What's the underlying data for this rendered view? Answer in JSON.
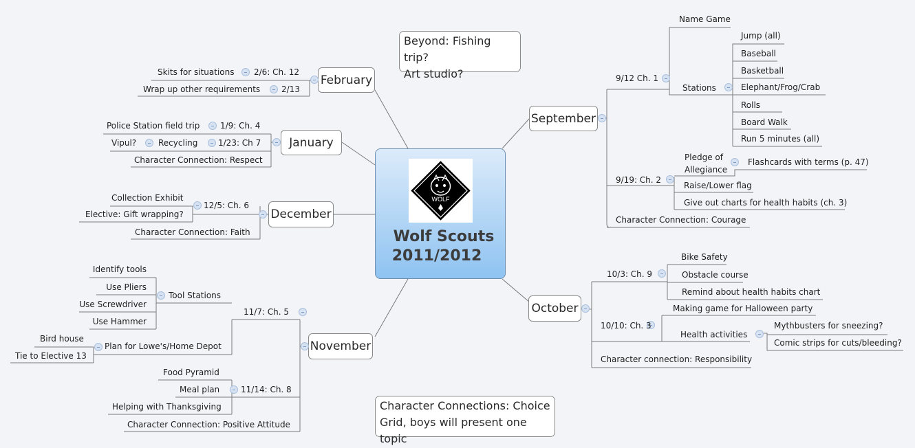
{
  "central": {
    "title_line1": "Wolf Scouts",
    "title_line2": "2011/2012",
    "logo_label": "WOLF",
    "logo_icon": "wolf-badge"
  },
  "notes": {
    "beyond": {
      "line1": "Beyond: Fishing trip?",
      "line2": "Art studio?"
    },
    "character": {
      "line1": "Character Connections:  Choice",
      "line2": "Grid, boys will present one topic"
    }
  },
  "months": {
    "september": {
      "label": "September",
      "s1": {
        "label": "9/12 Ch. 1",
        "name_game": "Name Game",
        "stations": {
          "label": "Stations",
          "items": [
            "Jump (all)",
            "Baseball",
            "Basketball",
            "Elephant/Frog/Crab",
            "Rolls",
            "Board Walk",
            "Run 5 minutes (all)"
          ]
        }
      },
      "s2": {
        "label": "9/19:  Ch. 2",
        "pledge": {
          "label1": "Pledge of",
          "label2": "Allegiance",
          "child": "Flashcards with terms (p. 47)"
        },
        "flag": "Raise/Lower flag",
        "charts": "Give out charts for health habits (ch. 3)"
      },
      "character": "Character Connection:  Courage"
    },
    "october": {
      "label": "October",
      "o1": {
        "label": "10/3:  Ch. 9",
        "items": [
          "Bike Safety",
          "Obstacle course",
          "Remind about health habits chart"
        ]
      },
      "o2": {
        "label": "10/10:  Ch. 3",
        "halloween": "Making game for Halloween party",
        "health": {
          "label": "Health activities",
          "items": [
            "Mythbusters for sneezing?",
            "Comic strips for cuts/bleeding?"
          ]
        }
      },
      "character": "Character connection: Responsibility"
    },
    "november": {
      "label": "November",
      "n1": {
        "label": "11/7:  Ch. 5",
        "tools": {
          "label": "Tool Stations",
          "items": [
            "Identify tools",
            "Use Pliers",
            "Use Screwdriver",
            "Use Hammer"
          ]
        },
        "plan": {
          "label": "Plan for Lowe's/Home Depot",
          "items": [
            "Bird house",
            "Tie to Elective 13"
          ]
        }
      },
      "n2": {
        "label": "11/14: Ch. 8",
        "items": [
          "Food Pyramid",
          "Meal plan",
          "Helping with Thanksgiving"
        ]
      },
      "character": "Character Connection:  Positive Attitude"
    },
    "december": {
      "label": "December",
      "d1": {
        "label": "12/5:  Ch. 6",
        "items": [
          "Collection Exhibit",
          "Elective:  Gift wrapping?"
        ]
      },
      "character": "Character Connection:  Faith"
    },
    "january": {
      "label": "January",
      "j1": {
        "label": "1/9:  Ch. 4",
        "child": "Police Station field trip"
      },
      "j2": {
        "label": "1/23:  Ch 7",
        "child": "Recycling",
        "grandchild": "Vipul?"
      },
      "character": "Character Connection:  Respect"
    },
    "february": {
      "label": "February",
      "f1": {
        "label": "2/6:  Ch. 12",
        "child": "Skits for situations"
      },
      "f2": {
        "label": "2/13",
        "child": "Wrap up other requirements"
      }
    }
  },
  "colors": {
    "background": "#f2f4f8",
    "central_top": "#dcebfa",
    "central_bottom": "#8fc3f1",
    "line": "#7a7a7a",
    "collapse": "#a9bfdc"
  }
}
